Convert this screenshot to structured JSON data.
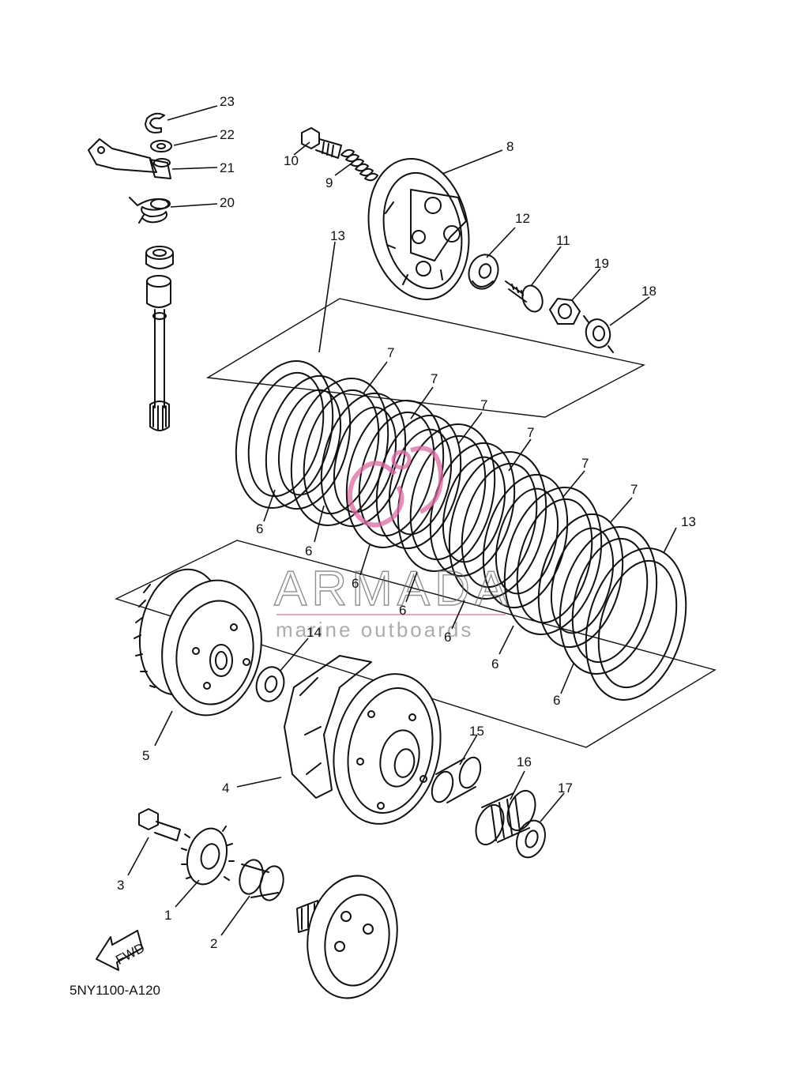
{
  "diagram": {
    "code": "5NY1100-A120",
    "direction_label": "FWD",
    "callouts": {
      "c1": "1",
      "c2": "2",
      "c3": "3",
      "c4": "4",
      "c5": "5",
      "c6": "6",
      "c7": "7",
      "c8": "8",
      "c9": "9",
      "c10": "10",
      "c11": "11",
      "c12": "12",
      "c13": "13",
      "c14": "14",
      "c15": "15",
      "c16": "16",
      "c17": "17",
      "c18": "18",
      "c19": "19",
      "c20": "20",
      "c21": "21",
      "c22": "22",
      "c23": "23"
    }
  },
  "watermark": {
    "brand": "ARMADA",
    "tagline": "marine outboards",
    "accent_color": "#e06aa6",
    "text_color": "#6a6a6a"
  }
}
